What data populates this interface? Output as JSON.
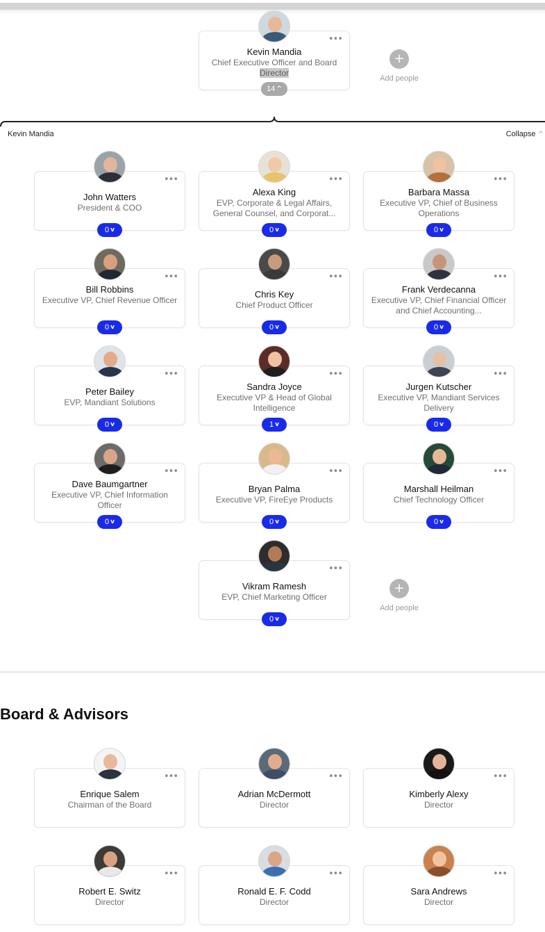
{
  "ceo": {
    "name": "Kevin Mandia",
    "title_part1": "Chief Executive Officer and Board",
    "title_part2": "Director",
    "reports_count": "14"
  },
  "add_people_label": "Add people",
  "group": {
    "label": "Kevin Mandia",
    "collapse_label": "Collapse"
  },
  "reports": [
    {
      "name": "John Watters",
      "title": "President & COO",
      "count": "0"
    },
    {
      "name": "Alexa King",
      "title": "EVP, Corporate & Legal Affairs, General Counsel, and Corporat...",
      "count": "0"
    },
    {
      "name": "Barbara Massa",
      "title": "Executive VP, Chief of Business Operations",
      "count": "0"
    },
    {
      "name": "Bill Robbins",
      "title": "Executive VP, Chief Revenue Officer",
      "count": "0"
    },
    {
      "name": "Chris Key",
      "title": "Chief Product Officer",
      "count": "0"
    },
    {
      "name": "Frank Verdecanna",
      "title": "Executive VP, Chief Financial Officer and Chief Accounting...",
      "count": "0"
    },
    {
      "name": "Peter Bailey",
      "title": "EVP, Mandiant Solutions",
      "count": "0"
    },
    {
      "name": "Sandra Joyce",
      "title": "Executive VP & Head of Global Intelligence",
      "count": "1"
    },
    {
      "name": "Jurgen Kutscher",
      "title": "Executive VP, Mandiant Services Delivery",
      "count": "0"
    },
    {
      "name": "Dave Baumgartner",
      "title": "Executive VP, Chief Information Officer",
      "count": "0"
    },
    {
      "name": "Bryan Palma",
      "title": "Executive VP, FireEye Products",
      "count": "0"
    },
    {
      "name": "Marshall Heilman",
      "title": "Chief Technology Officer",
      "count": "0"
    },
    {
      "name": "Vikram Ramesh",
      "title": "EVP, Chief Marketing Officer",
      "count": "0"
    }
  ],
  "board_section": {
    "title": "Board & Advisors",
    "members": [
      {
        "name": "Enrique Salem",
        "title": "Chairman of the Board"
      },
      {
        "name": "Adrian McDermott",
        "title": "Director"
      },
      {
        "name": "Kimberly Alexy",
        "title": "Director"
      },
      {
        "name": "Robert E. Switz",
        "title": "Director"
      },
      {
        "name": "Ronald E. F. Codd",
        "title": "Director"
      },
      {
        "name": "Sara Andrews",
        "title": "Director"
      }
    ]
  },
  "icons": {
    "more": "more-horizontal-icon",
    "add": "plus-icon",
    "chevron_down": "chevron-down-icon",
    "chevron_up": "chevron-up-icon"
  },
  "colors": {
    "count_pill": "#1a2be8",
    "count_pill_ceo": "#a9a9a9"
  }
}
